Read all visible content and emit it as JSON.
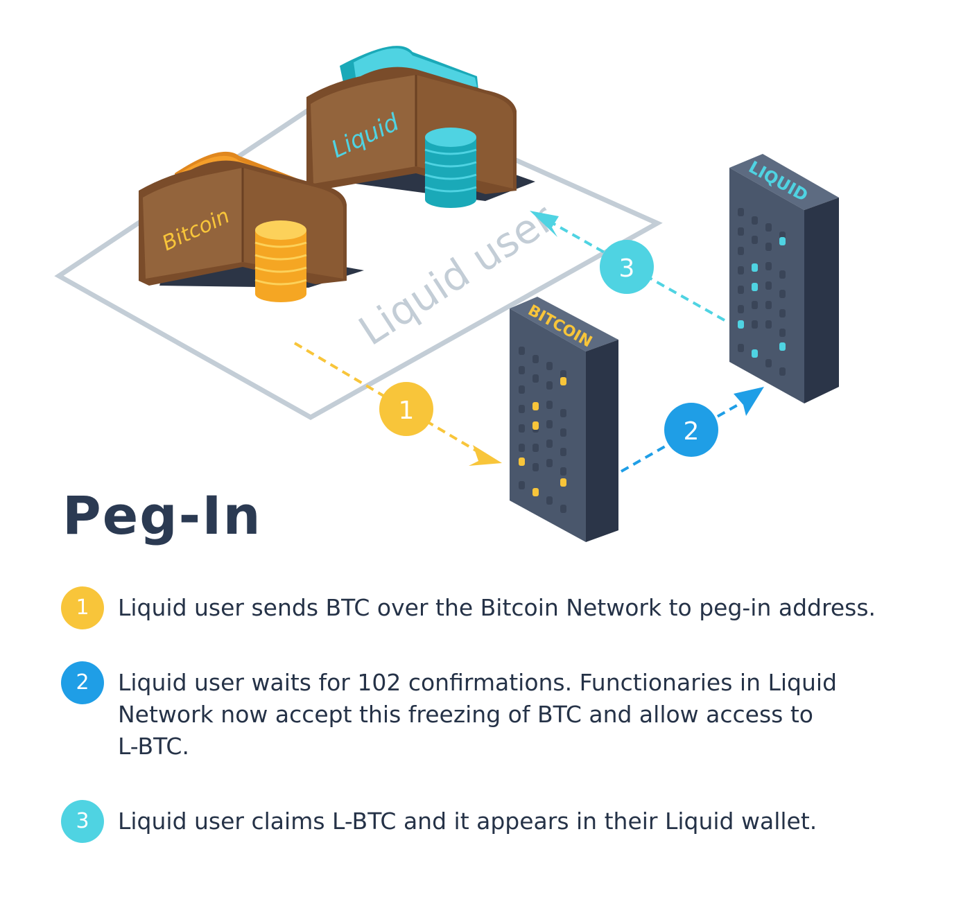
{
  "colors": {
    "bitcoin": "#f8c53a",
    "liquid_arrow": "#1f9ee6",
    "liquid_claim": "#4fd3e2",
    "wallet": "#8e5c35",
    "server": "#3f4c61",
    "outline": "#c3cdd6",
    "title": "#2b3a52"
  },
  "diagram": {
    "area_label": "Liquid user",
    "wallet_bitcoin_label": "Bitcoin",
    "wallet_liquid_label": "Liquid",
    "server_bitcoin_label": "BITCOIN",
    "server_liquid_label": "LIQUID",
    "arrow_badges": [
      "1",
      "2",
      "3"
    ]
  },
  "title": "Peg-In",
  "steps": [
    {
      "number": "1",
      "color": "#f8c53a",
      "text": "Liquid user sends BTC over the Bitcoin Network to peg-in address."
    },
    {
      "number": "2",
      "color": "#1f9ee6",
      "text": "Liquid user waits for 102 confirmations. Functionaries in Liquid Network now accept this freezing of BTC and allow access to L-BTC."
    },
    {
      "number": "3",
      "color": "#4fd3e2",
      "text": "Liquid user claims L-BTC and it appears in their Liquid wallet."
    }
  ]
}
